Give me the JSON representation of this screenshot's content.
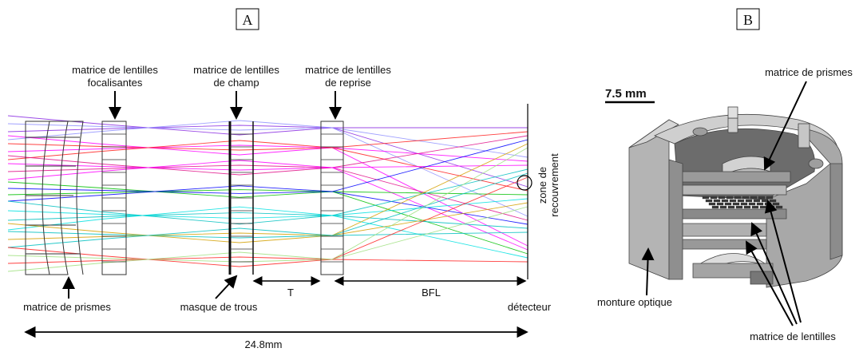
{
  "panel_a": {
    "tag": "A",
    "labels": {
      "focusing_array_1": "matrice de lentilles",
      "focusing_array_2": "focalisantes",
      "field_array_1": "matrice de lentilles",
      "field_array_2": "de champ",
      "relay_array_1": "matrice de lentilles",
      "relay_array_2": "de reprise",
      "overlap_zone_1": "zone de",
      "overlap_zone_2": "recouvrement",
      "prism_array": "matrice de prismes",
      "hole_mask": "masque de trous",
      "detector": "détecteur",
      "t_label": "T",
      "bfl_label": "BFL",
      "total_length": "24.8mm"
    },
    "ray_colors": [
      "#8a2be2",
      "#ff00ff",
      "#e0108a",
      "#ff2020",
      "#00c000",
      "#0000ff",
      "#00bfbf",
      "#00e0e0",
      "#9090ff",
      "#d4a000",
      "#a0e080"
    ]
  },
  "panel_b": {
    "tag": "B",
    "labels": {
      "scale_bar": "7.5 mm",
      "prism_array": "matrice de prismes",
      "optical_mount": "monture optique",
      "lens_arrays": "matrice de lentilles"
    },
    "colors": {
      "metal_light": "#c8c8c8",
      "metal_mid": "#9a9a9a",
      "metal_dark": "#6a6a6a"
    }
  }
}
